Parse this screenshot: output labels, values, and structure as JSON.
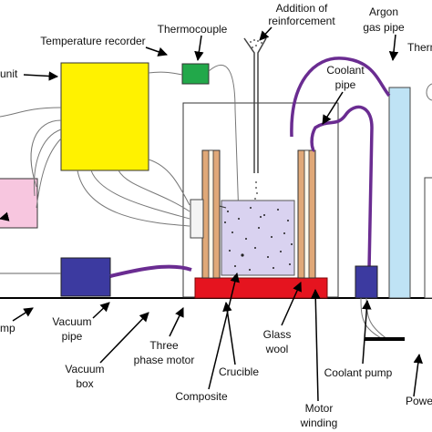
{
  "labels": {
    "addition_line1": "Addition of",
    "addition_line2": "reinforcement",
    "argon_line1": "Argon",
    "argon_line2": "gas pipe",
    "thermo_cut": "Therm",
    "thermocouple": "Thermocouple",
    "temperature_recorder": "Temperature recorder",
    "unit_cut": "unit",
    "coolant_pipe_line1": "Coolant",
    "coolant_pipe_line2": "pipe",
    "pump_cut": "mp",
    "vacuum_pipe_line1": "Vacuum",
    "vacuum_pipe_line2": "pipe",
    "vacuum_box_line1": "Vacuum",
    "vacuum_box_line2": "box",
    "three_phase_line1": "Three",
    "three_phase_line2": "phase motor",
    "crucible": "Crucible",
    "composite": "Composite",
    "glass_wool_line1": "Glass",
    "glass_wool_line2": "wool",
    "motor_winding_line1": "Motor",
    "motor_winding_line2": "winding",
    "coolant_pump": "Coolant pump",
    "power_cut": "Powe"
  },
  "colors": {
    "recorder": "#fff200",
    "thermocouple_box": "#22a84a",
    "left_unit": "#f7c6df",
    "vacuum_box": "#3c3aa0",
    "crucible_base": "#e5141f",
    "composite": "#d9d2f0",
    "wall": "#e0a878",
    "argon_pipe": "#bfe3f5",
    "coolant_line": "#6a2c91",
    "motor_white": "#f4f4f4"
  }
}
